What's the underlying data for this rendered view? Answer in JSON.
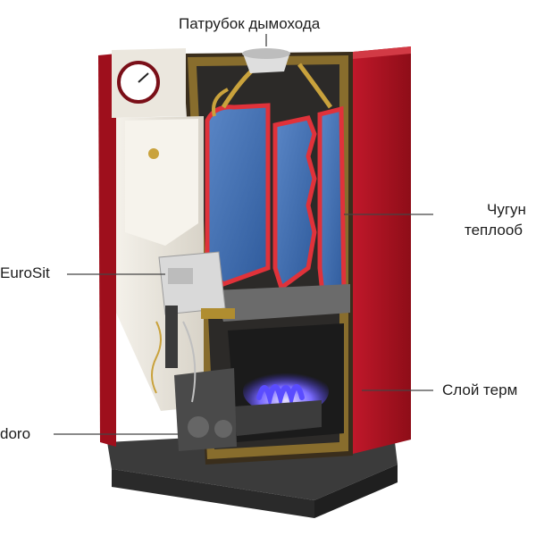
{
  "labels": {
    "chimney": "Патрубок дымохода",
    "heat_exchanger_l1": "Чугун",
    "heat_exchanger_l2": "теплооб",
    "valve": "EuroSit",
    "insulation": "Слой терм",
    "burner": "doro"
  },
  "colors": {
    "casing_red": "#b3121e",
    "casing_dark": "#7d0a14",
    "exchanger_blue": "#3f6fb3",
    "insulation_gold": "#c9a23c",
    "flame_blue": "#5a4cff",
    "leader_line": "#444444"
  }
}
